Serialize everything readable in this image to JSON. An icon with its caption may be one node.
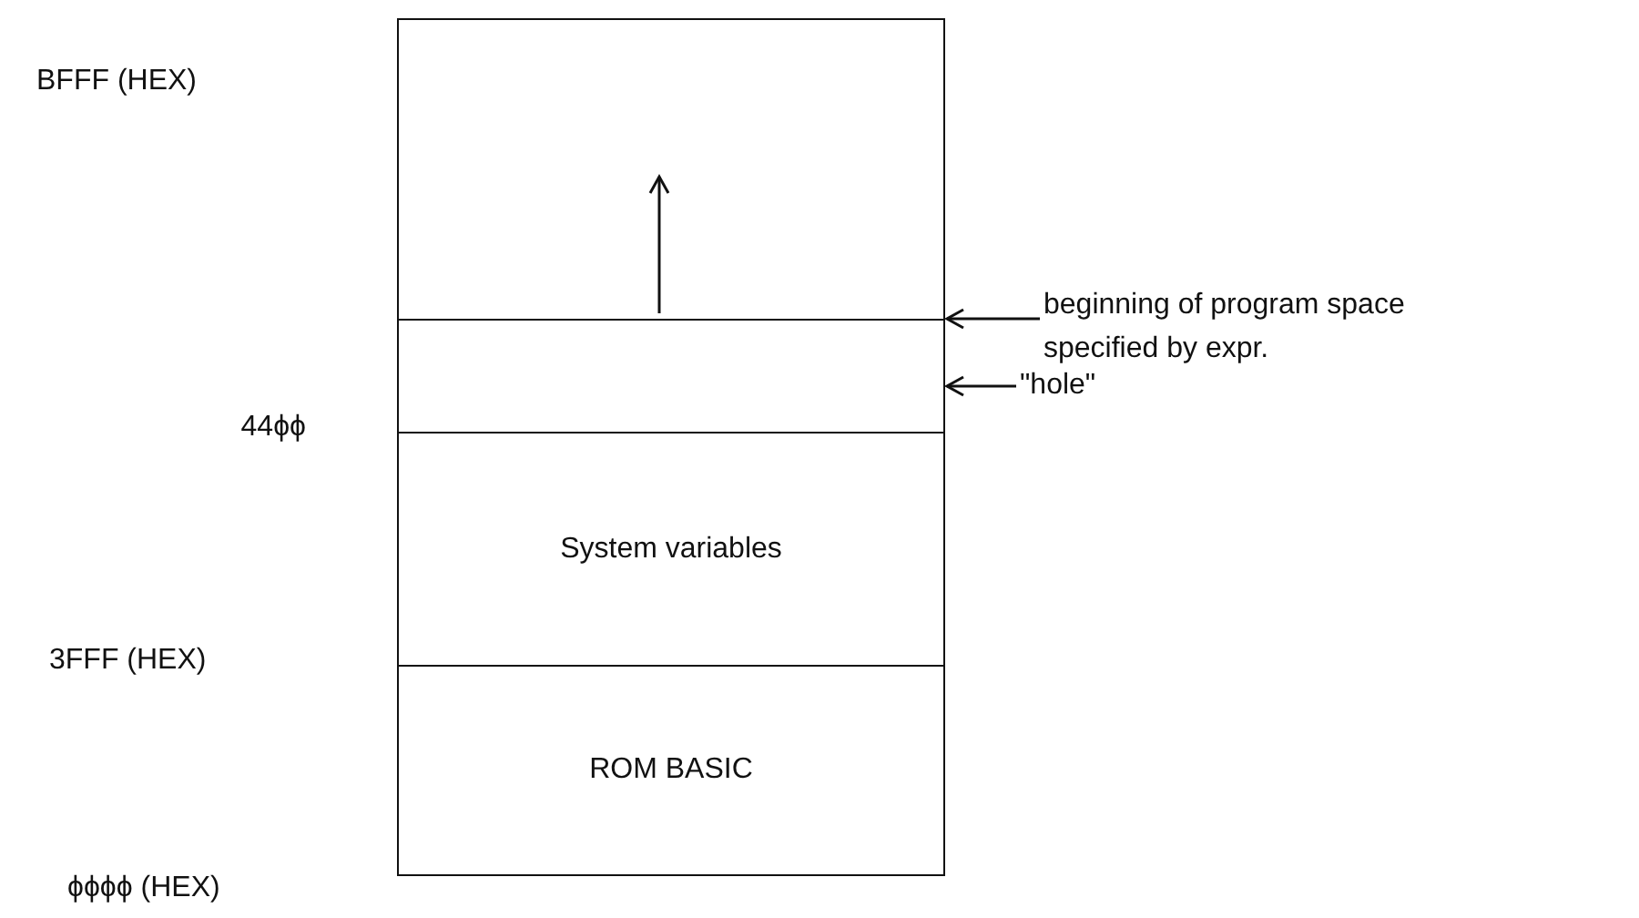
{
  "diagram": {
    "nodes": [
      {
        "text": [],
        "shape": "box"
      },
      {
        "text": [
          "beginning of program space specified by expr."
        ]
      },
      {
        "text": [],
        "shape": "box"
      },
      {
        "text": [
          "\"hole\""
        ]
      },
      {
        "text": [
          "System variables"
        ]
      },
      {
        "text": [
          "ROM BASIC"
        ]
      }
    ],
    "edges": [
      {
        "from": 1,
        "to": 2,
        "arrow": "to"
      },
      {
        "from": 3,
        "to": 2,
        "arrow": "to"
      }
    ],
    "labels": [
      "BFFF (HEX)",
      "44ϕϕ",
      "3FFF (HEX)",
      "ϕϕϕϕ (HEX)"
    ]
  }
}
